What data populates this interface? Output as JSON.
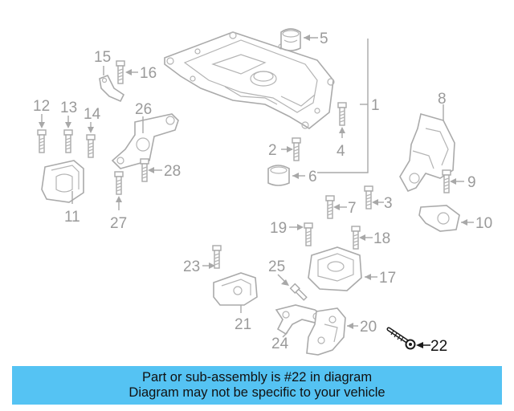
{
  "colors": {
    "banner": "#55c3f3",
    "part_lines": "#aaaaaa",
    "highlight_part": "#1a1a1a"
  },
  "diagram": {
    "callouts": {
      "c1": "1",
      "c2": "2",
      "c3": "3",
      "c4": "4",
      "c5": "5",
      "c6": "6",
      "c7": "7",
      "c8": "8",
      "c9": "9",
      "c10": "10",
      "c11": "11",
      "c12": "12",
      "c13": "13",
      "c14": "14",
      "c15": "15",
      "c16": "16",
      "c17": "17",
      "c18": "18",
      "c19": "19",
      "c20": "20",
      "c21": "21",
      "c22": "22",
      "c23": "23",
      "c24": "24",
      "c25": "25",
      "c26": "26",
      "c27": "27",
      "c28": "28"
    },
    "highlighted_part": "22"
  },
  "banner": {
    "line1": "Part or sub-assembly is #22 in diagram",
    "line2": "Diagram may not be specific to your vehicle"
  }
}
